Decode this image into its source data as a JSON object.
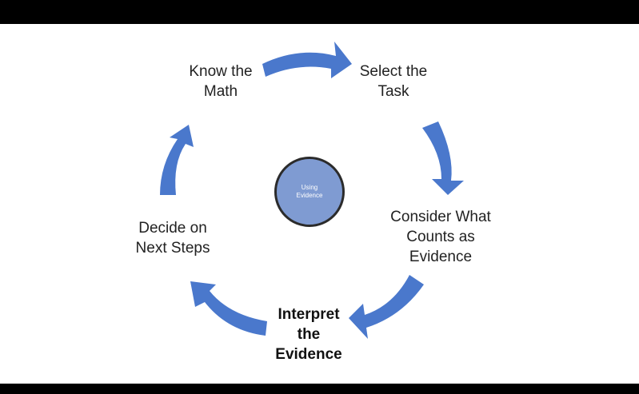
{
  "diagram": {
    "center": {
      "text": "Using\nEvidence"
    },
    "steps": [
      {
        "label": "Know the\nMath",
        "bold": false
      },
      {
        "label": "Select the\nTask",
        "bold": false
      },
      {
        "label": "Consider What\nCounts as\nEvidence",
        "bold": false
      },
      {
        "label": "Interpret\nthe\nEvidence",
        "bold": true
      },
      {
        "label": "Decide on\nNext Steps",
        "bold": false
      }
    ],
    "colors": {
      "arrow": "#4a78cc",
      "center_fill": "#7f9bd2",
      "center_border": "#2b2b2b",
      "background": "#ffffff",
      "letterbox": "#000000"
    }
  }
}
